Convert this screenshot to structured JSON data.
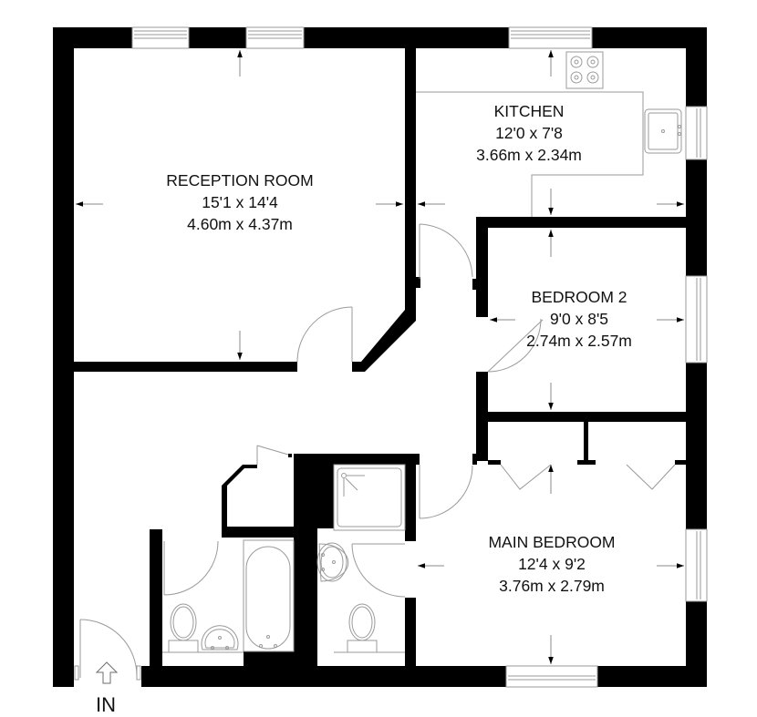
{
  "plan": {
    "entrance_label": "IN",
    "wall_color": "#000000",
    "fixture_color": "#9a9a9a",
    "rooms": [
      {
        "id": "reception",
        "name": "RECEPTION ROOM",
        "imperial": "15'1 x 14'4",
        "metric": "4.60m x 4.37m"
      },
      {
        "id": "kitchen",
        "name": "KITCHEN",
        "imperial": "12'0 x 7'8",
        "metric": "3.66m x 2.34m"
      },
      {
        "id": "bedroom2",
        "name": "BEDROOM 2",
        "imperial": "9'0 x 8'5",
        "metric": "2.74m x 2.57m"
      },
      {
        "id": "main_bedroom",
        "name": "MAIN BEDROOM",
        "imperial": "12'4 x 9'2",
        "metric": "3.76m x 2.79m"
      }
    ],
    "fixtures": [
      "hob-icon",
      "kitchen-sink-icon",
      "shower-tray-icon",
      "bath-icon",
      "toilet-icon",
      "wash-basin-icon",
      "entrance-arrow-icon"
    ]
  }
}
